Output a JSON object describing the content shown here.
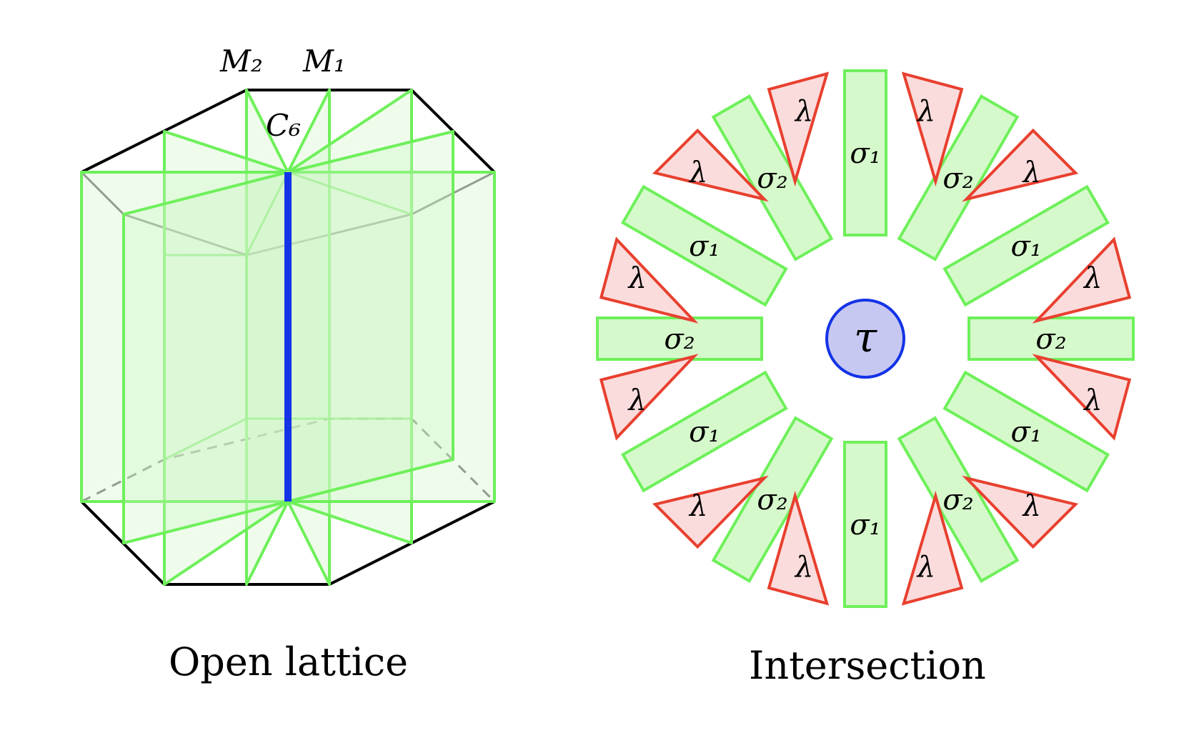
{
  "left": {
    "caption": "Open lattice",
    "labels": {
      "m2": "M₂",
      "m1": "M₁",
      "c6": "C₆"
    }
  },
  "right": {
    "caption": "Intersection",
    "center_label": "τ",
    "rect_labels": [
      "σ₁",
      "σ₂",
      "σ₁",
      "σ₂",
      "σ₁",
      "σ₂",
      "σ₁",
      "σ₂",
      "σ₁",
      "σ₂",
      "σ₁",
      "σ₂"
    ],
    "triangle_label": "λ"
  },
  "colors": {
    "green_stroke": "#6ef05a",
    "green_fill": "#d6f9cc",
    "red_stroke": "#e8402f",
    "red_fill": "#fbdcdc",
    "blue": "#1433e6",
    "blue_fill": "#c6c8f2"
  }
}
